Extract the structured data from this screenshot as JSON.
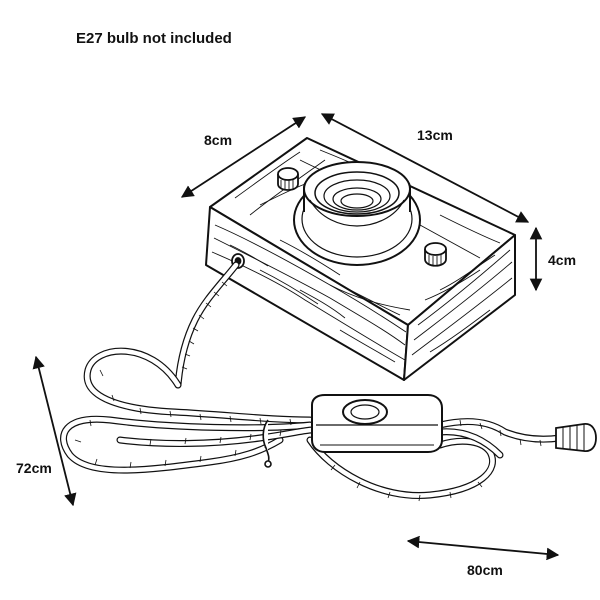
{
  "note": "E27 bulb not included",
  "dimensions": {
    "width": "8cm",
    "length": "13cm",
    "height": "4cm",
    "cord_height": "72cm",
    "cord_length": "80cm"
  },
  "colors": {
    "line": "#111111",
    "background": "#ffffff"
  }
}
